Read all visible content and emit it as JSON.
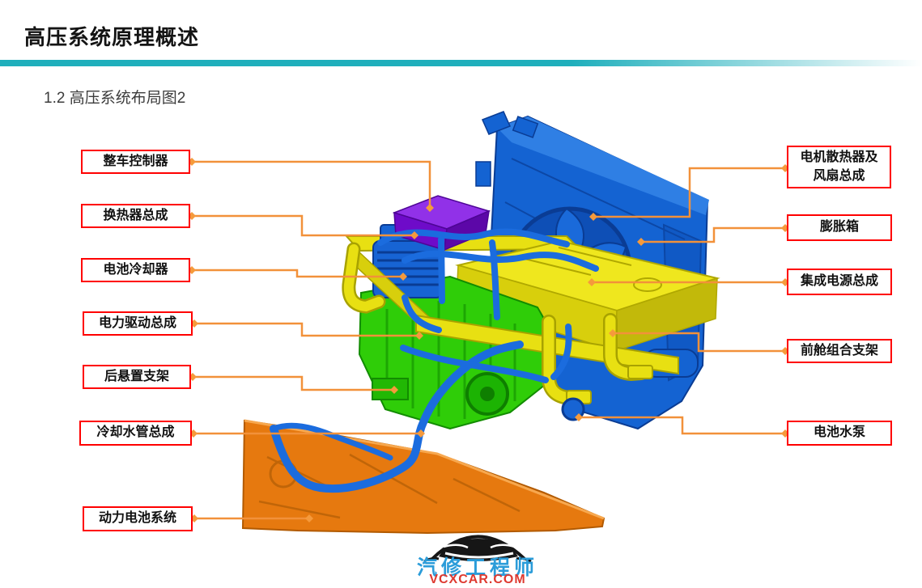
{
  "header": {
    "title": "高压系统原理概述",
    "subtitle": "1.2 高压系统布局图2"
  },
  "labels": {
    "left": [
      {
        "text": "整车控制器"
      },
      {
        "text": "换热器总成"
      },
      {
        "text": "电池冷却器"
      },
      {
        "text": "电力驱动总成"
      },
      {
        "text": "后悬置支架"
      },
      {
        "text": "冷却水管总成"
      },
      {
        "text": "动力电池系统"
      }
    ],
    "right": [
      {
        "text": "电机散热器及\n风扇总成"
      },
      {
        "text": "膨胀箱"
      },
      {
        "text": "集成电源总成"
      },
      {
        "text": "前舱组合支架"
      },
      {
        "text": "电池水泵"
      }
    ]
  },
  "watermark": {
    "brand": "汽修工程师",
    "site": "VCXCAR.COM"
  },
  "colors": {
    "accent_bar": "#1FAFBC",
    "label_border": "#FF0000",
    "leader_line": "#F2913A",
    "radiator_blue": "#1463D2",
    "hose_blue": "#1B6CDE",
    "frame_yellow": "#E8E012",
    "motor_green": "#2FCD08",
    "battery_orange": "#E6790F",
    "vcu_purple": "#6E0BC9",
    "brand_blue": "#2B9CD9",
    "site_red": "#DE3A30"
  }
}
